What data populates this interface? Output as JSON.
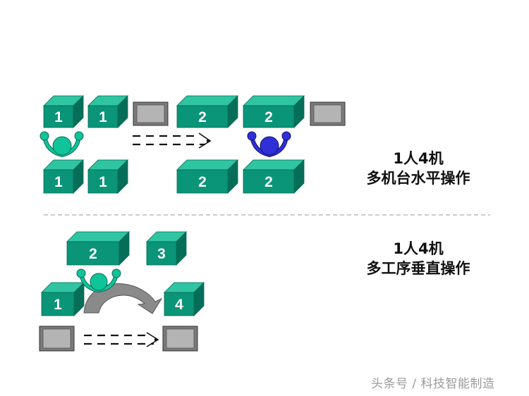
{
  "colors": {
    "machine_front": "#0a9478",
    "machine_top": "#2fc4a2",
    "machine_side": "#056e58",
    "worker_green": "#10c49a",
    "worker_blue": "#3030d8",
    "station_frame": "#7a7a7a",
    "station_inner": "#b4b4b4",
    "divider": "#9a9a9a",
    "arrow": "#7a7a7a"
  },
  "horizontal_layout": {
    "caption_line1": "1人4机",
    "caption_line2": "多机台水平操作",
    "machines": [
      {
        "label": "1",
        "icon": "machine-block-icon"
      },
      {
        "label": "1",
        "icon": "machine-block-icon"
      },
      {
        "label": "2",
        "icon": "machine-block-icon"
      },
      {
        "label": "2",
        "icon": "machine-block-icon"
      },
      {
        "label": "1",
        "icon": "machine-block-icon"
      },
      {
        "label": "1",
        "icon": "machine-block-icon"
      },
      {
        "label": "2",
        "icon": "machine-block-icon"
      },
      {
        "label": "2",
        "icon": "machine-block-icon"
      }
    ],
    "operators": [
      "operator-green-icon",
      "operator-blue-icon"
    ]
  },
  "vertical_layout": {
    "caption_line1": "1人4机",
    "caption_line2": "多工序垂直操作",
    "machines": [
      {
        "label": "2",
        "icon": "machine-block-icon"
      },
      {
        "label": "3",
        "icon": "machine-block-icon"
      },
      {
        "label": "1",
        "icon": "machine-block-icon"
      },
      {
        "label": "4",
        "icon": "machine-block-icon"
      }
    ],
    "operators": [
      "operator-green-icon"
    ]
  },
  "watermark": "头条号 / 科技智能制造"
}
